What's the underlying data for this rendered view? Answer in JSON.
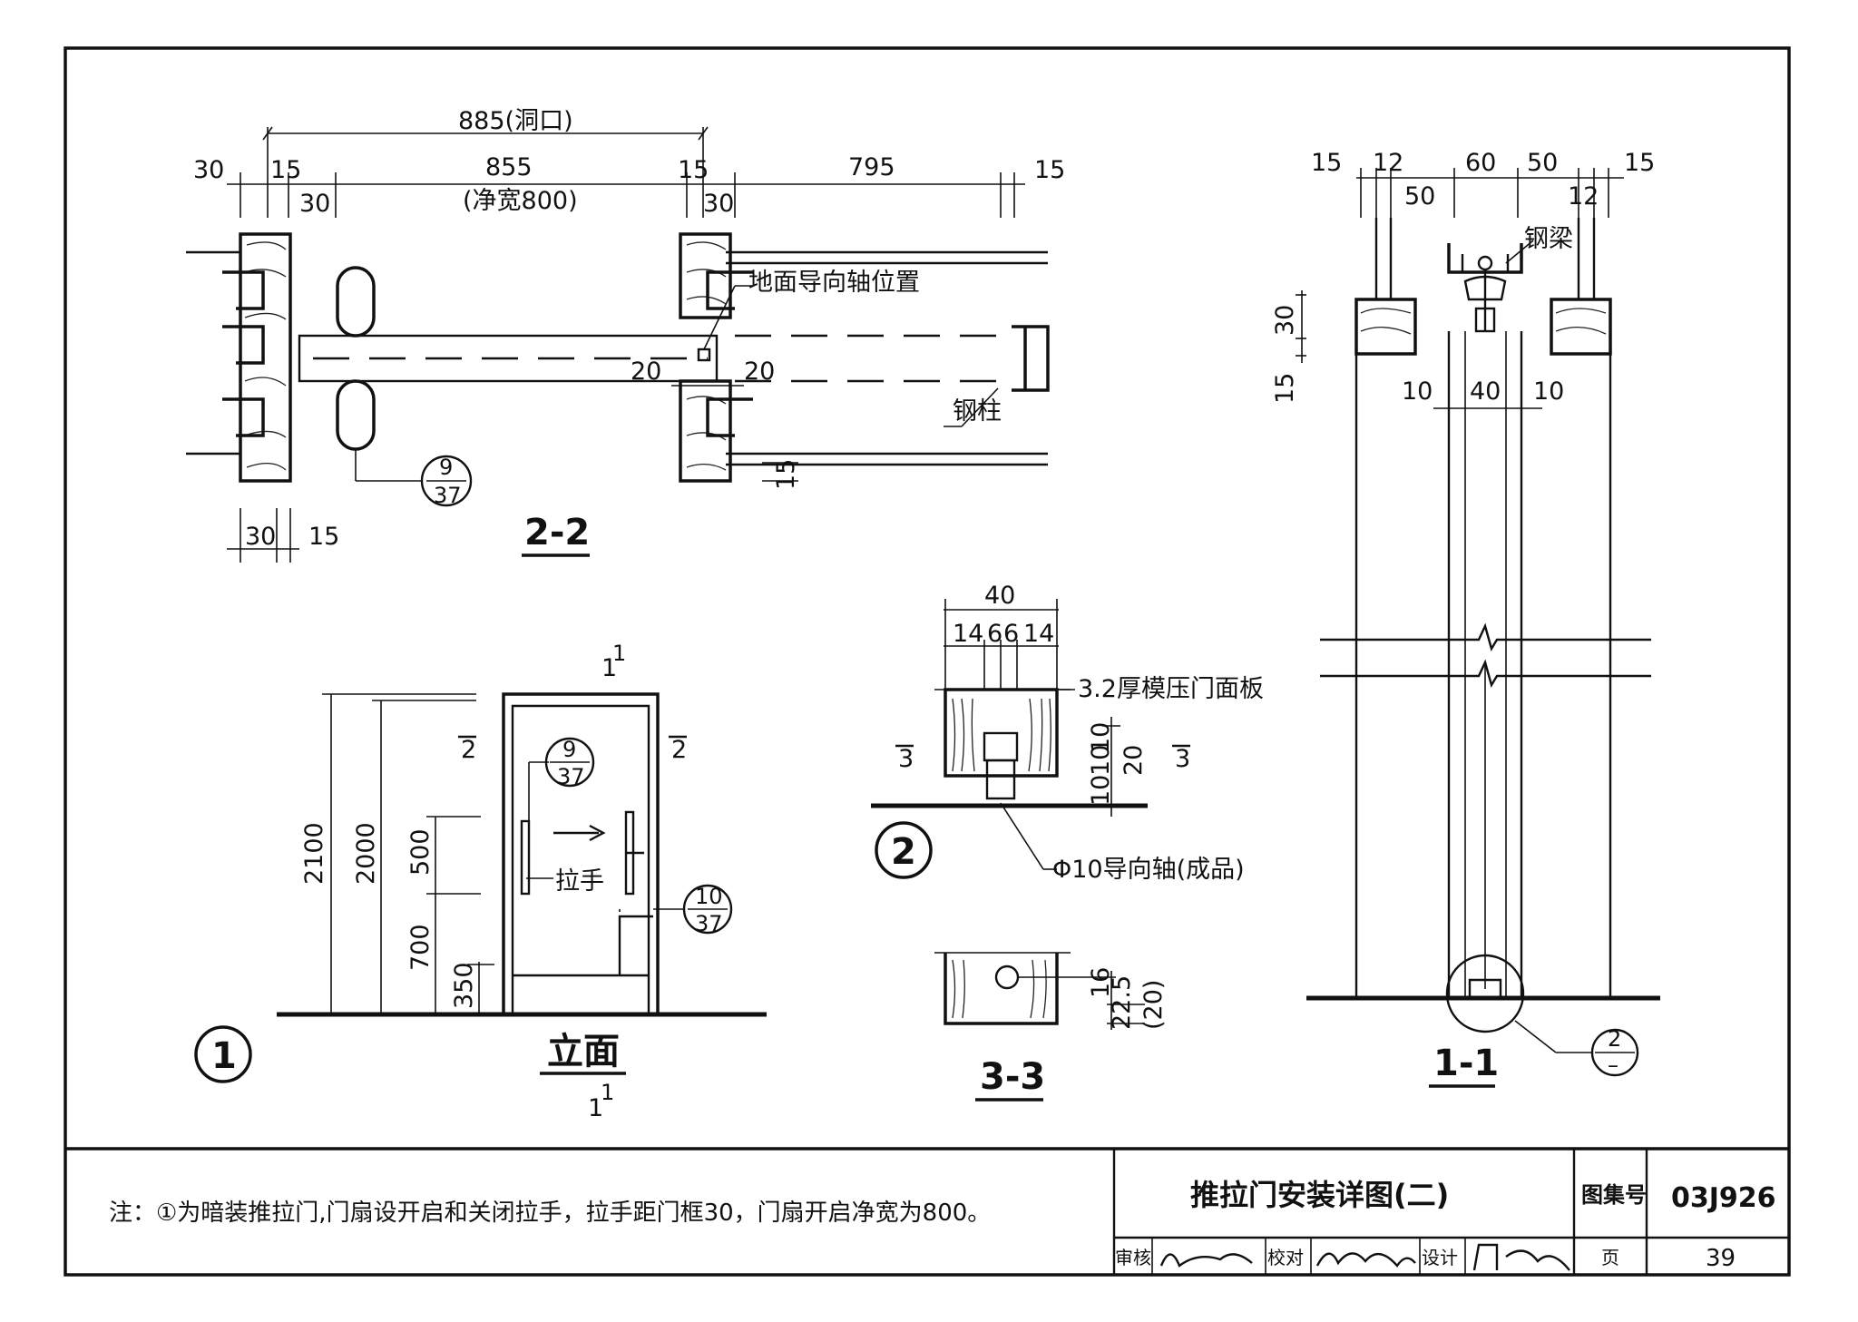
{
  "section_2_2": {
    "dims_top": {
      "opening": "885(洞口)",
      "d30a": "30",
      "d15a": "15",
      "d30b": "30",
      "d855": "855",
      "net": "(净宽800)",
      "d15b": "15",
      "d30c": "30",
      "d795": "795",
      "d15c": "15"
    },
    "label_guide_axis": "地面导向轴位置",
    "label_steel_column": "钢柱",
    "d20a": "20",
    "d20b": "20",
    "d15d": "15",
    "dims_bottom": {
      "d30": "30",
      "d15": "15"
    },
    "ref_num": "9",
    "ref_den": "37",
    "title": "2-2"
  },
  "elevation": {
    "h2100": "2100",
    "h2000": "2000",
    "h500": "500",
    "h700": "700",
    "h350": "350",
    "cut_top": "1",
    "cut_bottom": "1",
    "cut_sup": "1",
    "cut2_left": "2",
    "cut2_right": "2",
    "ref_a_num": "9",
    "ref_a_den": "37",
    "ref_b_num": "10",
    "ref_b_den": "37",
    "handle_label": "拉手",
    "title": "立面",
    "detail_no": "1"
  },
  "detail_2": {
    "w40": "40",
    "w14a": "14",
    "w6a": "6",
    "w6b": "6",
    "w14b": "14",
    "panel_label": "3.2厚模压门面板",
    "h10a": "10",
    "h10b": "10",
    "h20": "20",
    "h10c": "10",
    "cut3_left": "3",
    "cut3_right": "3",
    "guide_label": "Φ10导向轴(成品)",
    "detail_no": "2",
    "h16": "16",
    "h22_5": "22.5",
    "h20b": "(20)",
    "title_3_3": "3-3"
  },
  "section_1_1": {
    "d15a": "15",
    "d12a": "12",
    "d60": "60",
    "d50a": "50",
    "d15b": "15",
    "d50b": "50",
    "d12b": "12",
    "steel_beam": "钢梁",
    "v30": "30",
    "v15": "15",
    "d10a": "10",
    "d40": "40",
    "d10b": "10",
    "ref_num": "2",
    "ref_den": "–",
    "title": "1-1"
  },
  "title_block": {
    "note": "注：①为暗装推拉门,门扇设开启和关闭拉手，拉手距门框30，门扇开启净宽为800。",
    "drawing_title": "推拉门安装详图(二)",
    "atlas_label": "图集号",
    "atlas_no": "03J926",
    "review_label": "审核",
    "check_label": "校对",
    "design_label": "设计",
    "page_label": "页",
    "page_no": "39"
  }
}
